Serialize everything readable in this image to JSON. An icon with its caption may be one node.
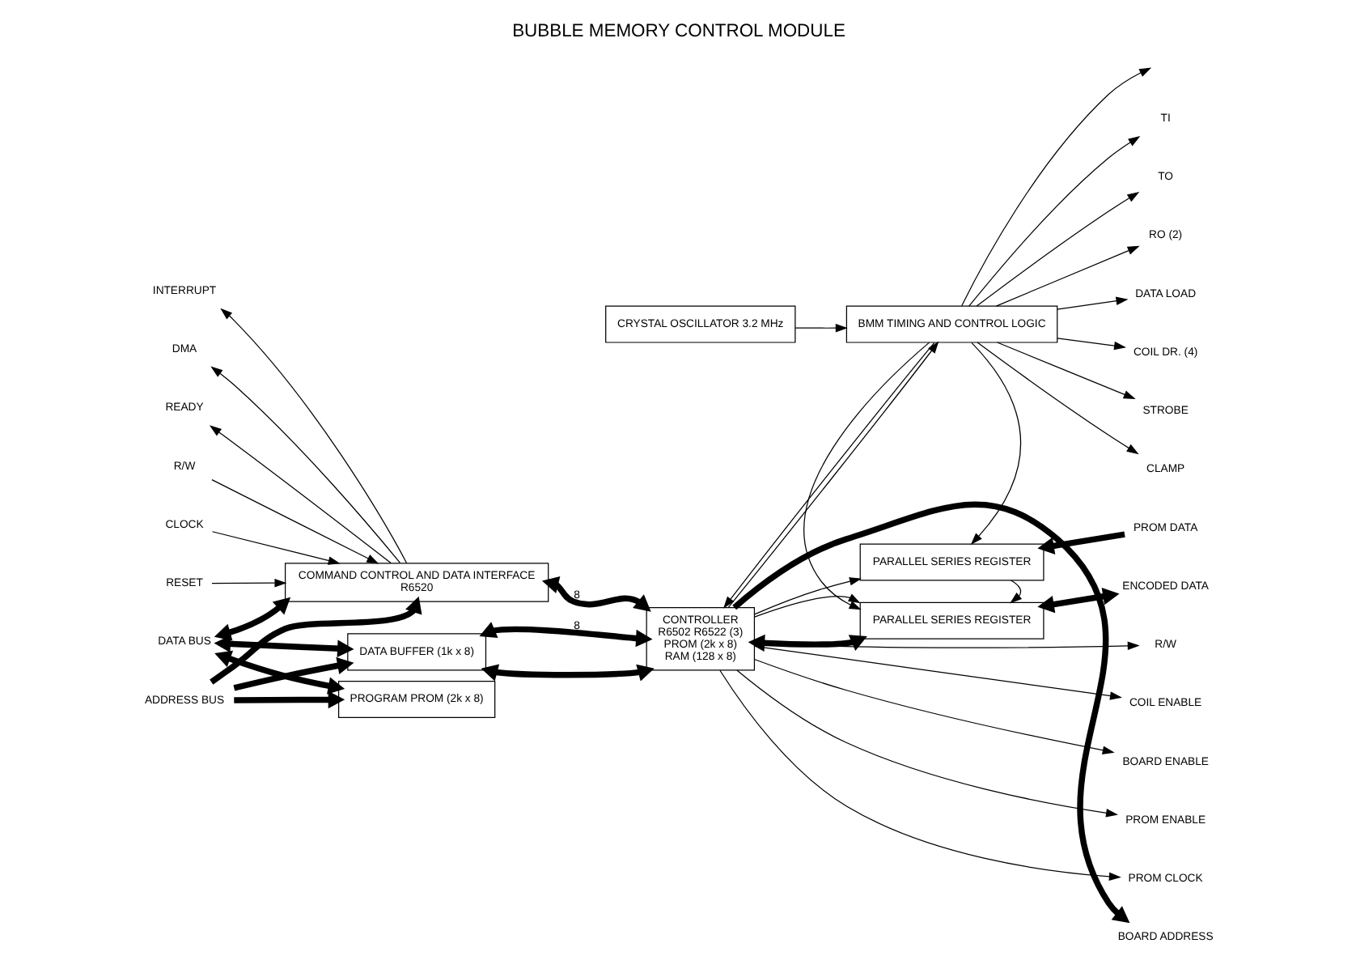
{
  "diagram": {
    "title": "BUBBLE MEMORY CONTROL MODULE",
    "nodes": [
      {
        "text": [
          "COMMAND CONTROL AND DATA INTERFACE",
          "R6520"
        ]
      },
      {
        "text": [
          "DATA BUFFER (1k x 8)"
        ]
      },
      {
        "text": [
          "PROGRAM PROM (2k x 8)"
        ]
      },
      {
        "text": [
          "CRYSTAL OSCILLATOR 3.2 MHz"
        ]
      },
      {
        "text": [
          "CONTROLLER",
          "R6502 R6522 (3)",
          "PROM (2k x 8)",
          "RAM (128 x 8)"
        ]
      },
      {
        "text": [
          "BMM TIMING AND CONTROL LOGIC"
        ]
      },
      {
        "text": [
          "PARALLEL SERIES REGISTER"
        ]
      },
      {
        "text": [
          "PARALLEL SERIES REGISTER"
        ]
      },
      {
        "text": [
          "INTERRUPT"
        ]
      },
      {
        "text": [
          "DMA"
        ]
      },
      {
        "text": [
          "READY"
        ]
      },
      {
        "text": [
          "R/W"
        ]
      },
      {
        "text": [
          "CLOCK"
        ]
      },
      {
        "text": [
          "RESET"
        ]
      },
      {
        "text": [
          "DATA BUS"
        ]
      },
      {
        "text": [
          "ADDRESS BUS"
        ]
      },
      {
        "text": [
          "TI"
        ]
      },
      {
        "text": [
          "TO"
        ]
      },
      {
        "text": [
          "RO (2)"
        ]
      },
      {
        "text": [
          "DATA LOAD"
        ]
      },
      {
        "text": [
          "COIL DR. (4)"
        ]
      },
      {
        "text": [
          "STROBE"
        ]
      },
      {
        "text": [
          "CLAMP"
        ]
      },
      {
        "text": [
          "PROM DATA"
        ]
      },
      {
        "text": [
          "ENCODED DATA"
        ]
      },
      {
        "text": [
          "R/W"
        ]
      },
      {
        "text": [
          "COIL ENABLE"
        ]
      },
      {
        "text": [
          "BOARD ENABLE"
        ]
      },
      {
        "text": [
          "PROM ENABLE"
        ]
      },
      {
        "text": [
          "PROM CLOCK"
        ]
      },
      {
        "text": [
          "BOARD ADDRESS"
        ]
      }
    ],
    "edges": [
      {
        "from": 0,
        "to": 8,
        "arrow": "to"
      },
      {
        "from": 0,
        "to": 9,
        "arrow": "to"
      },
      {
        "from": 0,
        "to": 10,
        "arrow": "to"
      },
      {
        "from": 11,
        "to": 0,
        "arrow": "to"
      },
      {
        "from": 12,
        "to": 0,
        "arrow": "to"
      },
      {
        "from": 13,
        "to": 0,
        "arrow": "to"
      },
      {
        "from": 14,
        "to": 0,
        "arrow": "both",
        "style": "thick"
      },
      {
        "from": 15,
        "to": 0,
        "arrow": "to",
        "style": "thick"
      },
      {
        "from": 14,
        "to": 1,
        "arrow": "both",
        "style": "thick"
      },
      {
        "from": 15,
        "to": 1,
        "arrow": "to",
        "style": "thick"
      },
      {
        "from": 14,
        "to": 2,
        "arrow": "both",
        "style": "thick"
      },
      {
        "from": 15,
        "to": 2,
        "arrow": "to",
        "style": "thick"
      },
      {
        "from": 0,
        "to": 4,
        "arrow": "both",
        "style": "thick",
        "label": "8"
      },
      {
        "from": 1,
        "to": 4,
        "arrow": "both",
        "style": "thick",
        "label": "8"
      },
      {
        "from": 1,
        "to": 4,
        "arrow": "both",
        "style": "thick"
      },
      {
        "from": 3,
        "to": 5,
        "arrow": "to"
      },
      {
        "from": 5,
        "to": 4,
        "arrow": "to"
      },
      {
        "from": 4,
        "to": 5,
        "arrow": "to"
      },
      {
        "from": 4,
        "to": 6,
        "arrow": "to"
      },
      {
        "from": 5,
        "to": 6,
        "arrow": "to"
      },
      {
        "from": 5,
        "to": 7,
        "arrow": "to"
      },
      {
        "from": 6,
        "to": 7,
        "arrow": "to"
      },
      {
        "from": 4,
        "to": 7,
        "arrow": "to"
      },
      {
        "from": 23,
        "to": 6,
        "arrow": "to",
        "style": "thick"
      },
      {
        "from": 4,
        "to": 7,
        "arrow": "both",
        "style": "thick"
      },
      {
        "from": 7,
        "to": 24,
        "arrow": "both",
        "style": "thick"
      },
      {
        "from": 5,
        "to": null,
        "arrow": "to"
      },
      {
        "from": 5,
        "to": 16,
        "arrow": "to"
      },
      {
        "from": 5,
        "to": 17,
        "arrow": "to"
      },
      {
        "from": 5,
        "to": 18,
        "arrow": "to"
      },
      {
        "from": 5,
        "to": 19,
        "arrow": "to"
      },
      {
        "from": 5,
        "to": 20,
        "arrow": "to"
      },
      {
        "from": 5,
        "to": 21,
        "arrow": "to"
      },
      {
        "from": 5,
        "to": 22,
        "arrow": "to"
      },
      {
        "from": 4,
        "to": 25,
        "arrow": "to"
      },
      {
        "from": 4,
        "to": 26,
        "arrow": "to"
      },
      {
        "from": 4,
        "to": 27,
        "arrow": "to"
      },
      {
        "from": 4,
        "to": 28,
        "arrow": "to"
      },
      {
        "from": 4,
        "to": 29,
        "arrow": "to"
      },
      {
        "from": 4,
        "to": 30,
        "arrow": "to",
        "style": "thick"
      }
    ]
  }
}
